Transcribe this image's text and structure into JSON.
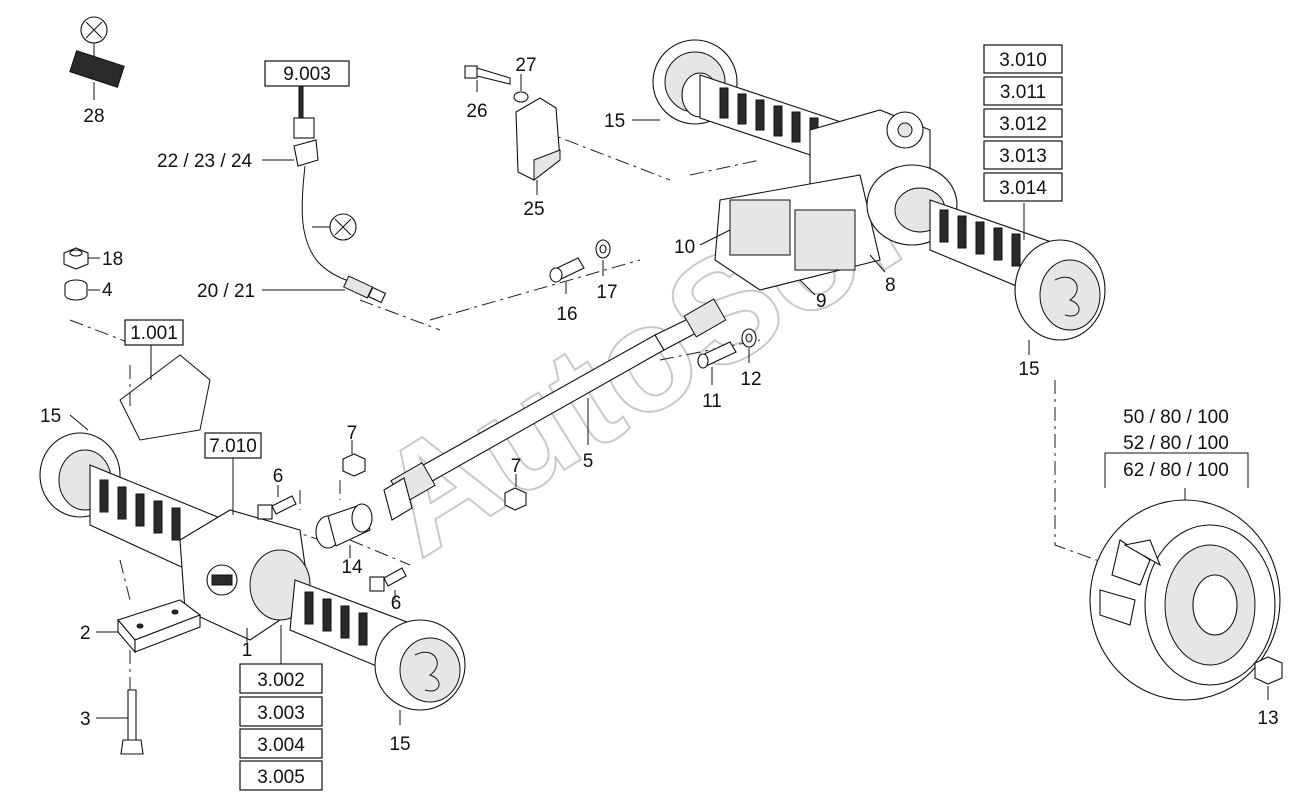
{
  "diagram": {
    "watermark": "AutoSoft",
    "callouts": {
      "c28": "28",
      "c26": "26",
      "c27": "27",
      "c25": "25",
      "c18": "18",
      "c4": "4",
      "c16": "16",
      "c17": "17",
      "c10": "10",
      "c9": "9",
      "c8": "8",
      "c15a": "15",
      "c15b": "15",
      "c15c": "15",
      "c15d": "15",
      "c11": "11",
      "c12": "12",
      "c5": "5",
      "c7a": "7",
      "c7b": "7",
      "c6a": "6",
      "c6b": "6",
      "c14": "14",
      "c2": "2",
      "c3": "3",
      "c1": "1",
      "c13": "13",
      "c22": "22 / 23 / 24",
      "c20": "20 / 21"
    },
    "refs": {
      "r9003": "9.003",
      "r1001": "1.001",
      "r7010": "7.010",
      "r3010": "3.010",
      "r3011": "3.011",
      "r3012": "3.012",
      "r3013": "3.013",
      "r3014": "3.014",
      "r3002": "3.002",
      "r3003": "3.003",
      "r3004": "3.004",
      "r3005": "3.005"
    },
    "tyres": [
      "50 / 80 / 100",
      "52 / 80 / 100",
      "62 / 80 / 100"
    ]
  }
}
